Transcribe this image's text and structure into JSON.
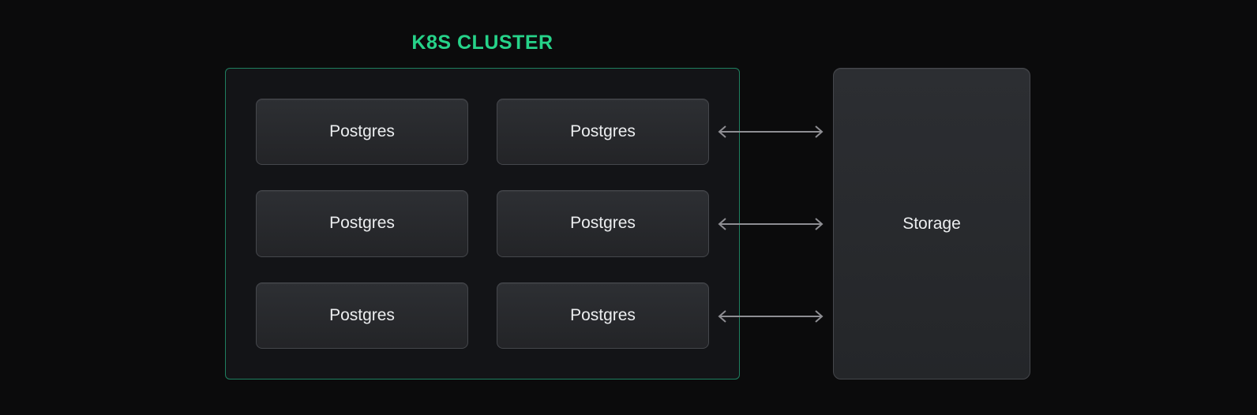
{
  "diagram": {
    "title": "K8S CLUSTER",
    "cluster": {
      "nodes": [
        {
          "label": "Postgres"
        },
        {
          "label": "Postgres"
        },
        {
          "label": "Postgres"
        },
        {
          "label": "Postgres"
        },
        {
          "label": "Postgres"
        },
        {
          "label": "Postgres"
        }
      ]
    },
    "storage": {
      "label": "Storage"
    },
    "connections": [
      {
        "from": "postgres-right-row-1",
        "to": "storage",
        "direction": "bidirectional"
      },
      {
        "from": "postgres-right-row-2",
        "to": "storage",
        "direction": "bidirectional"
      },
      {
        "from": "postgres-right-row-3",
        "to": "storage",
        "direction": "bidirectional"
      }
    ],
    "colors": {
      "background": "#0b0b0c",
      "accent_green": "#26d289",
      "cluster_border": "#1f7f5f",
      "cluster_background": "#131417",
      "node_border": "#45474c",
      "node_background_top": "#2d2f33",
      "node_background_bottom": "#232427",
      "text": "#eceef0",
      "arrow": "#8e8e93"
    }
  }
}
